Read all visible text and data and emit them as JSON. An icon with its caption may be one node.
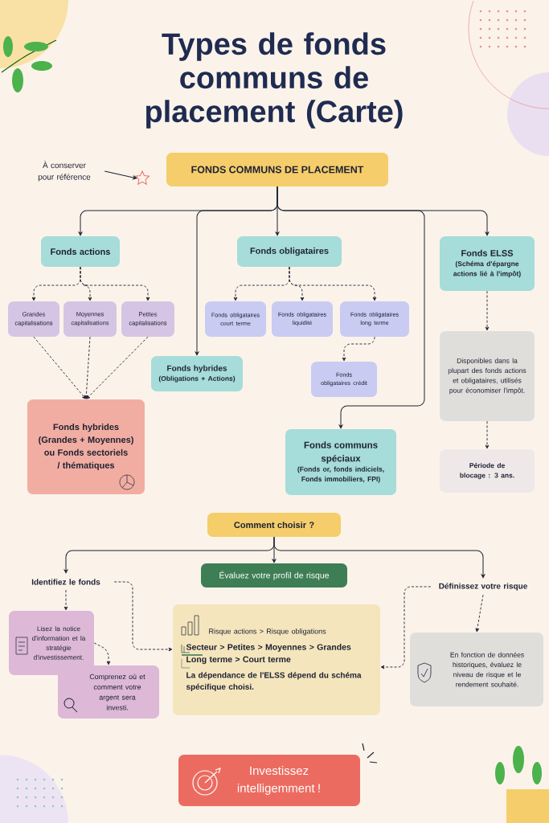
{
  "diagram": {
    "title": "Types de fonds communs de placement (Carte)",
    "nodes": [
      {
        "text": [
          "À conserver pour référence"
        ]
      },
      {
        "text": [],
        "shape": "star"
      },
      {
        "text": [
          "FONDS COMMUNS DE PLACEMENT"
        ]
      },
      {
        "text": [
          "Fonds actions"
        ]
      },
      {
        "text": [
          "Fonds obligataires"
        ]
      },
      {
        "text": [
          "Fonds ELSS",
          "(Schéma d'épargne actions lié à l'impôt)"
        ]
      },
      {
        "text": [
          "Grandes capitalisations"
        ]
      },
      {
        "text": [
          "Moyennes capitalisations"
        ]
      },
      {
        "text": [
          "Petites capitalisations"
        ]
      },
      {
        "text": [
          "Fonds obligataires court terme"
        ]
      },
      {
        "text": [
          "Fonds obligataires liquidité"
        ]
      },
      {
        "text": [
          "Fonds obligataires long terme"
        ]
      },
      {
        "text": [
          "Fonds hybrides",
          "(Obligations + Actions)"
        ]
      },
      {
        "text": [
          "Fonds obligataires crédit"
        ]
      },
      {
        "text": [
          "Disponibles dans la plupart des fonds actions et obligataires, utilisés pour économiser l'impôt."
        ]
      },
      {
        "text": [
          "Fonds hybrides (Grandes + Moyennes) ou Fonds sectoriels / thématiques"
        ]
      },
      {
        "text": [
          "Fonds communs spéciaux",
          "(Fonds or, fonds indiciels, Fonds immobiliers, FPI)"
        ]
      },
      {
        "text": [
          "Période de blocage : 3 ans."
        ]
      },
      {
        "text": [
          "Comment choisir ?"
        ]
      },
      {
        "text": [
          "Identifiez le fonds"
        ]
      },
      {
        "text": [
          "Évaluez votre profil de risque"
        ]
      },
      {
        "text": [
          "Définissez votre risque"
        ]
      },
      {
        "text": [
          "Lisez la notice d'information et la stratégie d'investissement."
        ]
      },
      {
        "text": [
          "Comprenez où et comment votre argent sera investi."
        ]
      },
      {
        "text": [
          "Risque actions > Risque obligations",
          "Secteur > Petites > Moyennes > Grandes",
          "Long terme > Court terme",
          "La dépendance de l'ELSS dépend du schéma spécifique choisi."
        ]
      },
      {
        "text": [
          "En fonction de données historiques, évaluez le niveau de risque et le rendement souhaité."
        ]
      },
      {
        "text": [
          "Investissez intelligemment !"
        ]
      }
    ],
    "edges": [
      {
        "from": 0,
        "to": 1,
        "arrow": "to"
      },
      {
        "from": 2,
        "to": 3,
        "arrow": "to"
      },
      {
        "from": 2,
        "to": 12,
        "arrow": "to"
      },
      {
        "from": 2,
        "to": 4,
        "arrow": "to"
      },
      {
        "from": 2,
        "to": 16,
        "arrow": "to"
      },
      {
        "from": 2,
        "to": 5,
        "arrow": "to"
      },
      {
        "from": 3,
        "to": 6,
        "arrow": "to",
        "style": "dashed"
      },
      {
        "from": 3,
        "to": 7,
        "arrow": "to",
        "style": "dashed"
      },
      {
        "from": 3,
        "to": 8,
        "arrow": "to",
        "style": "dashed"
      },
      {
        "from": 4,
        "to": 9,
        "arrow": "to",
        "style": "dashed"
      },
      {
        "from": 4,
        "to": 10,
        "arrow": "to",
        "style": "dashed"
      },
      {
        "from": 4,
        "to": 11,
        "arrow": "to",
        "style": "dashed"
      },
      {
        "from": 6,
        "to": 15,
        "arrow": "to",
        "style": "dashed"
      },
      {
        "from": 7,
        "to": 15,
        "arrow": "to",
        "style": "dashed"
      },
      {
        "from": 8,
        "to": 15,
        "arrow": "to",
        "style": "dashed"
      },
      {
        "from": 11,
        "to": 13,
        "arrow": "to",
        "style": "dashed"
      },
      {
        "from": 5,
        "to": 14,
        "arrow": "to",
        "style": "dashed"
      },
      {
        "from": 14,
        "to": 17,
        "arrow": "to",
        "style": "dashed"
      },
      {
        "from": 18,
        "to": 19,
        "arrow": "to"
      },
      {
        "from": 18,
        "to": 20,
        "arrow": "to"
      },
      {
        "from": 18,
        "to": 21,
        "arrow": "to"
      },
      {
        "from": 19,
        "to": 22,
        "arrow": "to",
        "style": "dashed"
      },
      {
        "from": 19,
        "to": 24,
        "arrow": "to",
        "style": "dashed"
      },
      {
        "from": 22,
        "to": 23,
        "arrow": "to",
        "style": "dashed"
      },
      {
        "from": 21,
        "to": 24,
        "arrow": "to",
        "style": "dashed"
      },
      {
        "from": 21,
        "to": 25,
        "arrow": "to",
        "style": "dashed"
      }
    ]
  }
}
